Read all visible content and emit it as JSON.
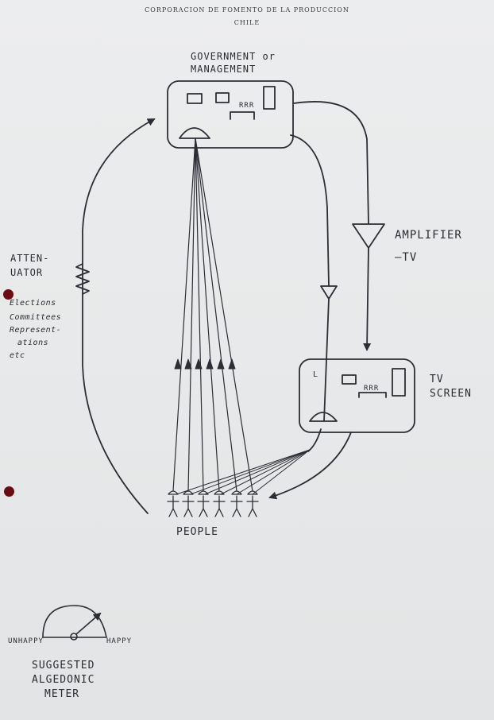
{
  "header": {
    "line1": "CORPORACION DE FOMENTO DE LA PRODUCCION",
    "line2": "CHILE"
  },
  "labels": {
    "gov_line1": "GOVERNMENT or",
    "gov_line2": "MANAGEMENT",
    "amplifier": "AMPLIFIER",
    "tv": "—TV",
    "tv_screen_line1": "TV",
    "tv_screen_line2": "SCREEN",
    "attenuator_line1": "ATTEN-",
    "attenuator_line2": "UATOR",
    "elections": "Elections",
    "committees": "Committees",
    "representations_1": "Represent-",
    "representations_2": "ations",
    "etc": "etc",
    "people": "PEOPLE",
    "unhappy": "UNHAPPY",
    "happy": "HAPPY",
    "meter_line1": "SUGGESTED",
    "meter_line2": "ALGEDONIC",
    "meter_line3": "METER",
    "tv_l": "L",
    "rrr1": "RRR",
    "rrr2": "RRR"
  },
  "colors": {
    "ink": "#2d2d35",
    "paper": "#e8eaea",
    "punch_hole": "#6a0c12"
  }
}
